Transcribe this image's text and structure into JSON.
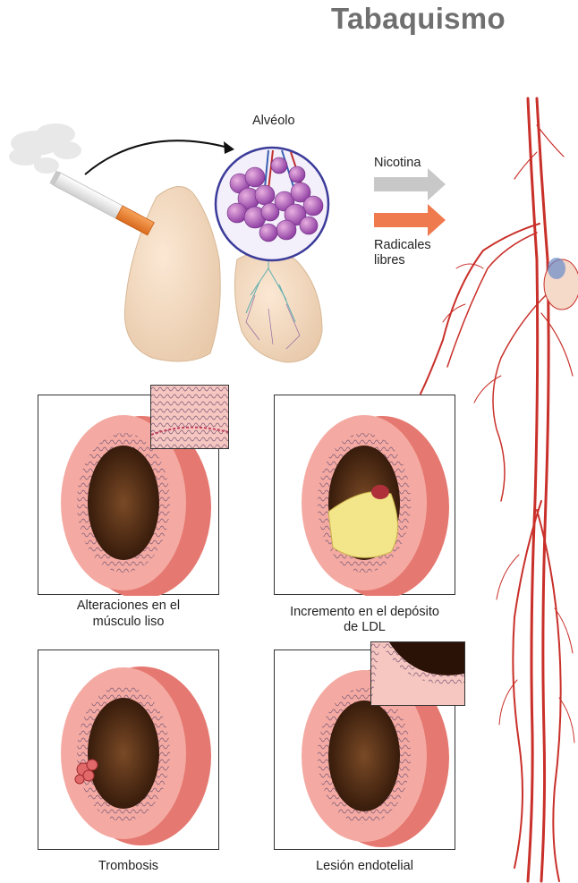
{
  "title": "Tabaquismo",
  "alveolus_label": "Alvéolo",
  "legend": {
    "nicotine": "Nicotina",
    "free_radicals_line1": "Radicales",
    "free_radicals_line2": "libres",
    "nicotine_color": "#c8c8c8",
    "free_radicals_color": "#ef7a4e"
  },
  "panels": {
    "smooth_muscle": {
      "line1": "Alteraciones en el",
      "line2": "músculo liso"
    },
    "ldl_deposit": {
      "line1": "Incremento en el depósito",
      "line2": "de LDL"
    },
    "thrombosis": {
      "line1": "Trombosis"
    },
    "endothelial": {
      "line1": "Lesión endotelial"
    }
  },
  "colors": {
    "artery_outer": "#f08d86",
    "artery_inner": "#f6c6c0",
    "lumen": "#3a1f10",
    "ldl_plaque": "#f3e58a",
    "vessels": "#c9302a"
  }
}
